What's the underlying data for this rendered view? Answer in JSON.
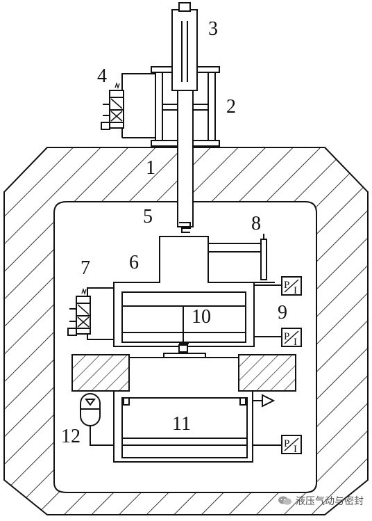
{
  "labels": {
    "l1": "1",
    "l2": "2",
    "l3": "3",
    "l4": "4",
    "l5": "5",
    "l6": "6",
    "l7": "7",
    "l8": "8",
    "l9": "9",
    "l10": "10",
    "l11": "11",
    "l12": "12"
  },
  "sensor_text": {
    "p": "P",
    "i": "I"
  },
  "watermark": "液压气动与密封",
  "colors": {
    "line": "#111111",
    "hatch": "#333333",
    "background": "#ffffff"
  }
}
